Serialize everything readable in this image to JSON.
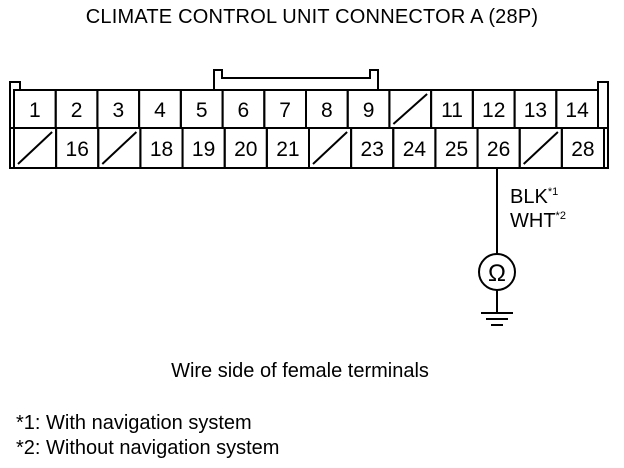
{
  "title": "CLIMATE CONTROL UNIT CONNECTOR A (28P)",
  "connector": {
    "row1": [
      "1",
      "2",
      "3",
      "4",
      "5",
      "6",
      "7",
      "8",
      "9",
      "",
      "11",
      "12",
      "13",
      "14"
    ],
    "row2": [
      "",
      "16",
      "",
      "18",
      "19",
      "20",
      "21",
      "",
      "23",
      "24",
      "25",
      "26",
      "",
      "28"
    ]
  },
  "wire_labels": {
    "line1": "BLK",
    "line1_sup": "*1",
    "line2": "WHT",
    "line2_sup": "*2"
  },
  "meter_symbol": "Ω",
  "caption": "Wire side of female terminals",
  "notes": {
    "note1": "*1: With navigation system",
    "note2": "*2: Without navigation system"
  }
}
